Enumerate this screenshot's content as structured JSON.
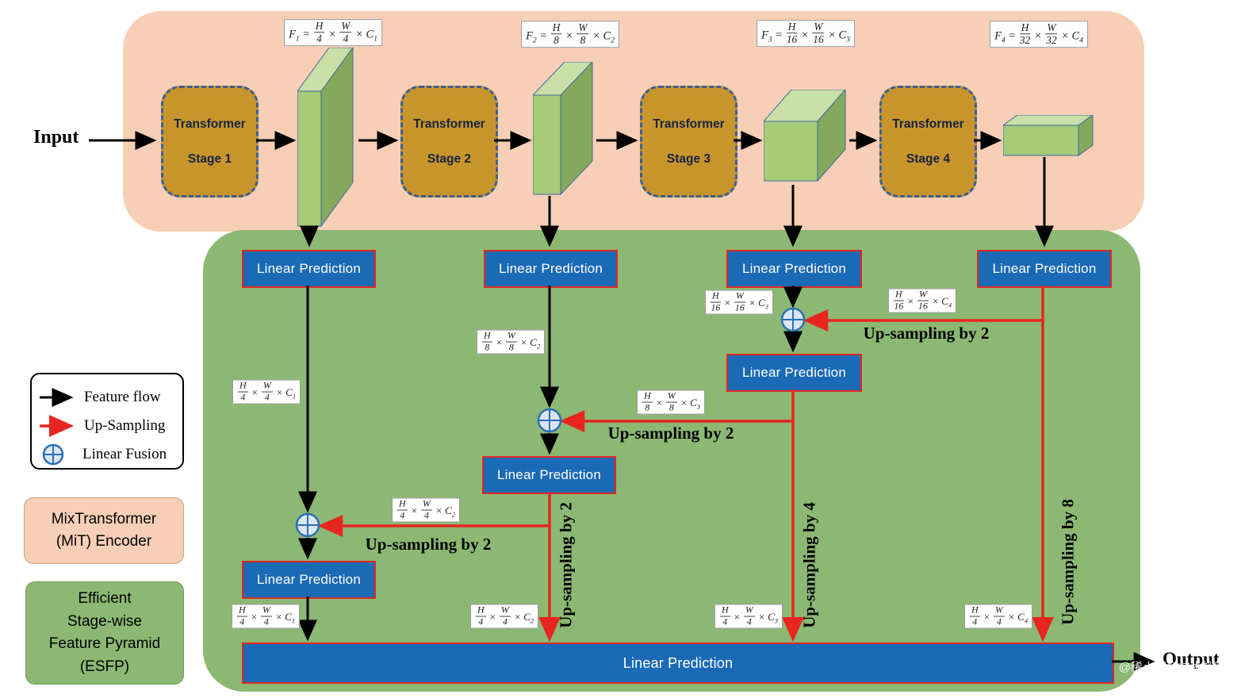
{
  "labels": {
    "input": "Input",
    "output": "Output",
    "linear_prediction": "Linear Prediction"
  },
  "encoder": {
    "stages": [
      {
        "line1": "Transformer",
        "line2": "Stage 1"
      },
      {
        "line1": "Transformer",
        "line2": "Stage 2"
      },
      {
        "line1": "Transformer",
        "line2": "Stage 3"
      },
      {
        "line1": "Transformer",
        "line2": "Stage 4"
      }
    ],
    "feature_formulas": [
      "F1 = H/4 × W/4 × C1",
      "F2 = H/8 × W/8 × C2",
      "F3 = H/16 × W/16 × C3",
      "F4 = H/32 × W/32 × C4"
    ]
  },
  "decoder": {
    "upsampling_labels": {
      "by2_col4": "Up-sampling by 2",
      "by2_col3": "Up-sampling by 2",
      "by2_col2": "Up-sampling by 2",
      "by2_vert": "Up-sampling by 2",
      "by4_vert": "Up-sampling by 4",
      "by8_vert": "Up-sampling by 8"
    },
    "dim_chips": {
      "c1_mid": "H/4 × W/4 × C1",
      "c2_mid": "H/8 × W/8 × C2",
      "c3_top": "H/16 × W/16 × C3",
      "c4_top": "H/16 × W/16 × C4",
      "c3_mid": "H/8 × W/8 × C3",
      "c2_low": "H/4 × W/4 × C2",
      "c1_bot": "H/4 × W/4 × C1",
      "c2_bot": "H/4 × W/4 × C2",
      "c3_bot": "H/4 × W/4 × C3",
      "c4_bot": "H/4 × W/4 × C4"
    }
  },
  "legend": {
    "feature_flow": "Feature flow",
    "up_sampling": "Up-Sampling",
    "linear_fusion": "Linear Fusion"
  },
  "side": {
    "mit": [
      "MixTransformer",
      "(MiT) Encoder"
    ],
    "esfp": [
      "Efficient",
      "Stage-wise",
      "Feature Pyramid",
      "(ESFP)"
    ]
  },
  "watermark": {
    "line1": "@稀土掘金技术社区",
    "line2": "aiqianji.com"
  },
  "colors": {
    "encoder_bg": "#f7cfb6",
    "decoder_bg": "#8cb873",
    "stage_fill": "#c8952d",
    "stage_border": "#3d5e95",
    "lp_fill": "#1b6ab5",
    "lp_border": "#e02822",
    "arrow_black": "#000000",
    "arrow_red": "#e8251f",
    "fusion_stroke": "#2a6fb8",
    "cuboid_front": "#a6cb79",
    "cuboid_top": "#c8e0a8",
    "cuboid_side": "#85a95c"
  }
}
